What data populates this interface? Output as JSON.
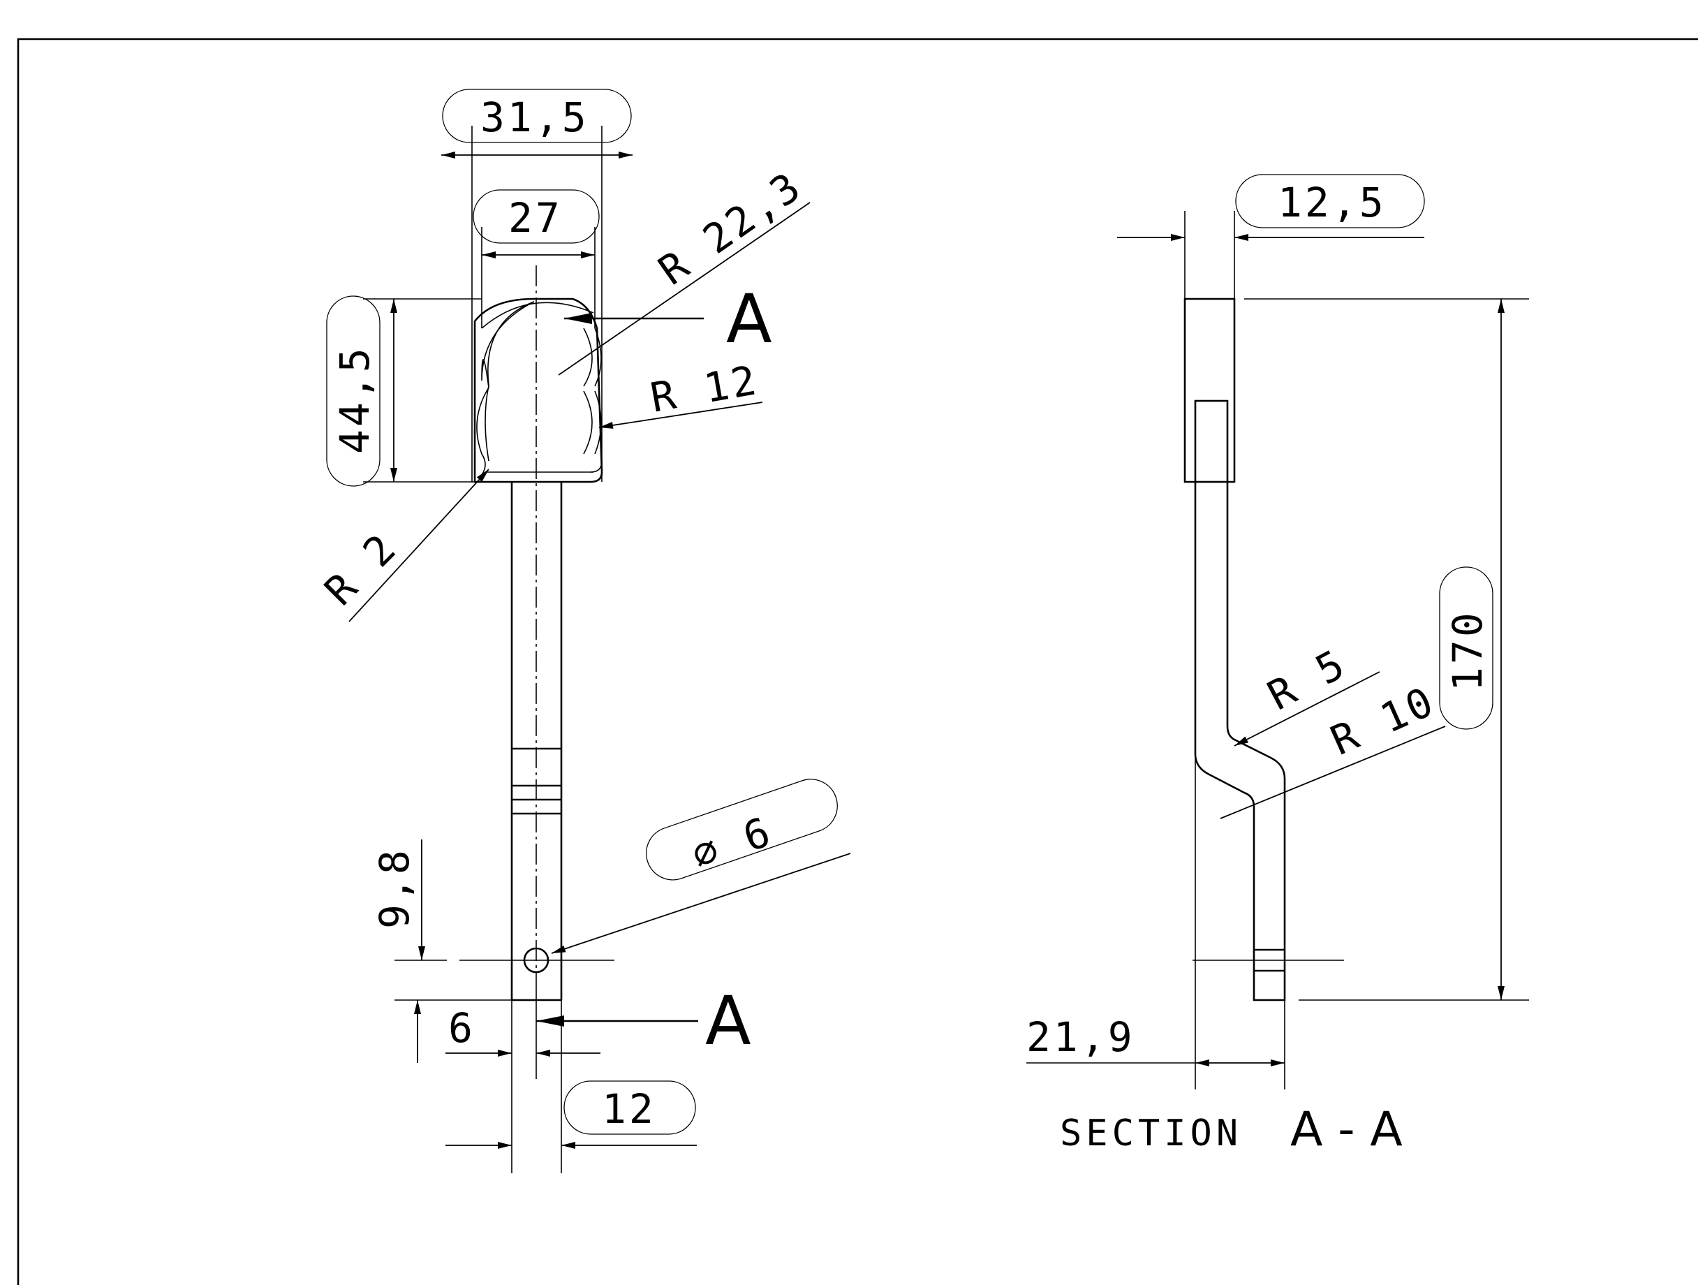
{
  "views": {
    "front": {
      "dims": {
        "width_outer": "31,5",
        "width_inner": "27",
        "head_height": "44,5",
        "radius_large": "R 22,3",
        "radius_med": "R 12",
        "radius_small": "R 2",
        "hole_dia": "∅ 6",
        "hole_offset": "9,8",
        "hole_pos": "6",
        "stem_width": "12"
      },
      "section_marker": "A"
    },
    "section": {
      "dims": {
        "thickness": "12,5",
        "length": "170",
        "bend_radius_inner": "R 5",
        "bend_radius_outer": "R 10",
        "offset": "21,9"
      },
      "title": "SECTION",
      "title_letters": "A - A"
    }
  },
  "colors": {
    "line": "#000000",
    "background": "#ffffff"
  }
}
